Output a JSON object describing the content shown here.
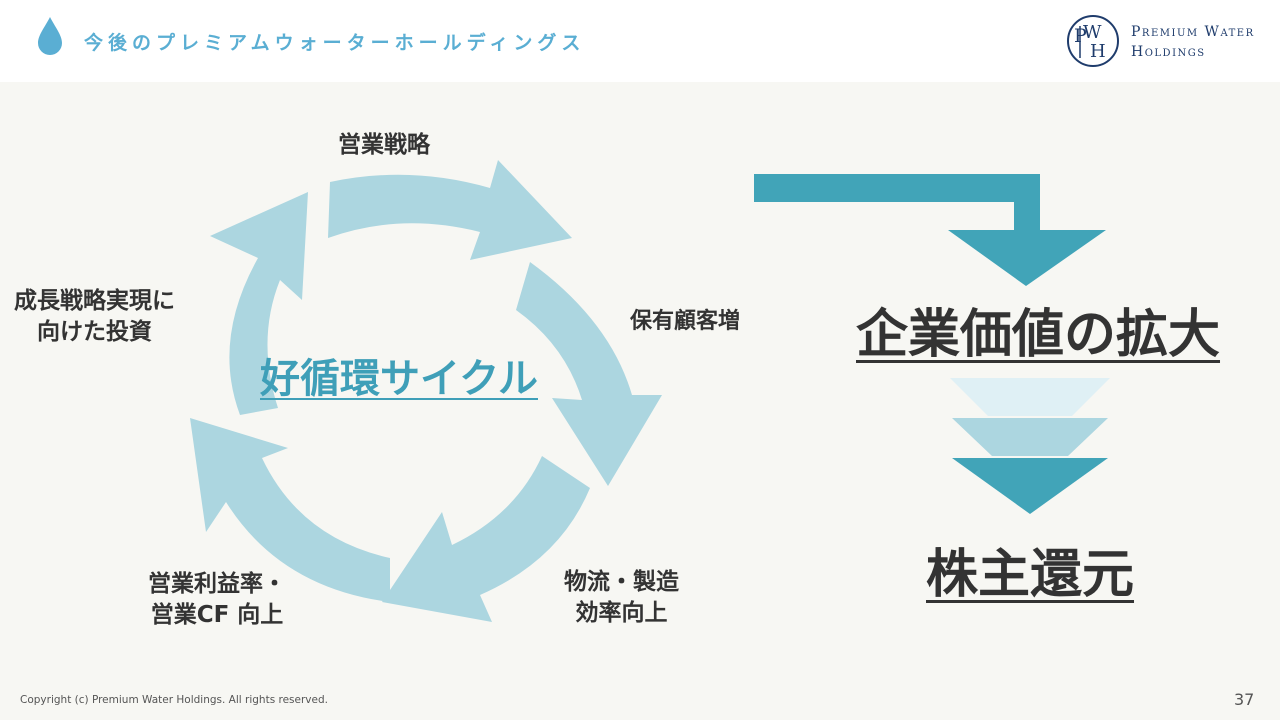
{
  "header": {
    "title": "今後のプレミアムウォーターホールディングス",
    "logo": {
      "mark_text": "PWH",
      "name_line1": "Premium Water",
      "name_line2": "Holdings",
      "color": "#1f3c6c"
    },
    "icon": "water-drop-icon",
    "accent_color": "#5aaed3"
  },
  "cycle": {
    "center_label": "好循環サイクル",
    "steps": {
      "strategy": "営業戦略",
      "customers": "保有顧客増",
      "logistics_line1": "物流・製造",
      "logistics_line2": "効率向上",
      "profit_line1": "営業利益率・",
      "profit_line2": "営業CF 向上",
      "invest_line1": "成長戦略実現に",
      "invest_line2": "向けた投資"
    },
    "arrow_color": "#acd6e0",
    "center_color": "#3f9fb8"
  },
  "outcomes": {
    "value": "企業価値の拡大",
    "shareholder": "株主還元",
    "arrow_color": "#41a4b8",
    "chevron_colors": [
      "#dff0f5",
      "#acd6e0",
      "#41a4b8"
    ]
  },
  "footer": {
    "copyright": "Copyright (c) Premium Water Holdings. All rights reserved.",
    "page_number": "37"
  }
}
